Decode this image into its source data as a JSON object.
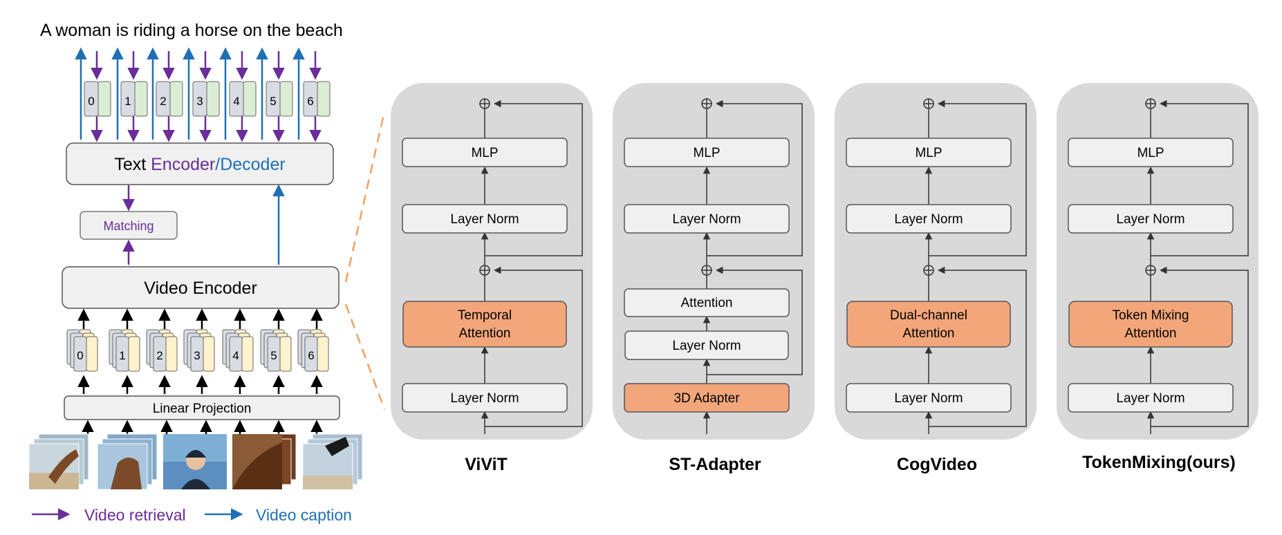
{
  "caption": "A woman is riding a horse on the beach",
  "token_numbers": [
    "0",
    "1",
    "2",
    "3",
    "4",
    "5",
    "6"
  ],
  "text_block": {
    "prefix": "Text ",
    "encoder": "Encoder",
    "slash": "/",
    "decoder": "Decoder"
  },
  "matching_label": "Matching",
  "video_encoder_label": "Video Encoder",
  "linear_projection_label": "Linear Projection",
  "legend": {
    "retrieval": "Video retrieval",
    "caption": "Video caption"
  },
  "colors": {
    "purple": "#6a2d99",
    "blue": "#1f6fb5",
    "orange": "#f2a67a",
    "panel": "#d9d9d9",
    "box": "#f0f0f0",
    "green": "#dcedd5",
    "yellow": "#fff2cc"
  },
  "panels": [
    {
      "title": "ViViT",
      "mlp": "MLP",
      "norm_top": "Layer Norm",
      "attention": [
        "Temporal",
        "Attention"
      ],
      "norm_bottom": "Layer Norm"
    },
    {
      "title": "ST-Adapter",
      "mlp": "MLP",
      "norm_top": "Layer Norm",
      "attention_plain": "Attention",
      "norm_mid": "Layer Norm",
      "adapter": "3D Adapter"
    },
    {
      "title": "CogVideo",
      "mlp": "MLP",
      "norm_top": "Layer Norm",
      "attention": [
        "Dual-channel",
        "Attention"
      ],
      "norm_bottom": "Layer Norm"
    },
    {
      "title": "TokenMixing(ours)",
      "mlp": "MLP",
      "norm_top": "Layer Norm",
      "attention": [
        "Token Mixing",
        "Attention"
      ],
      "norm_bottom": "Layer Norm"
    }
  ]
}
